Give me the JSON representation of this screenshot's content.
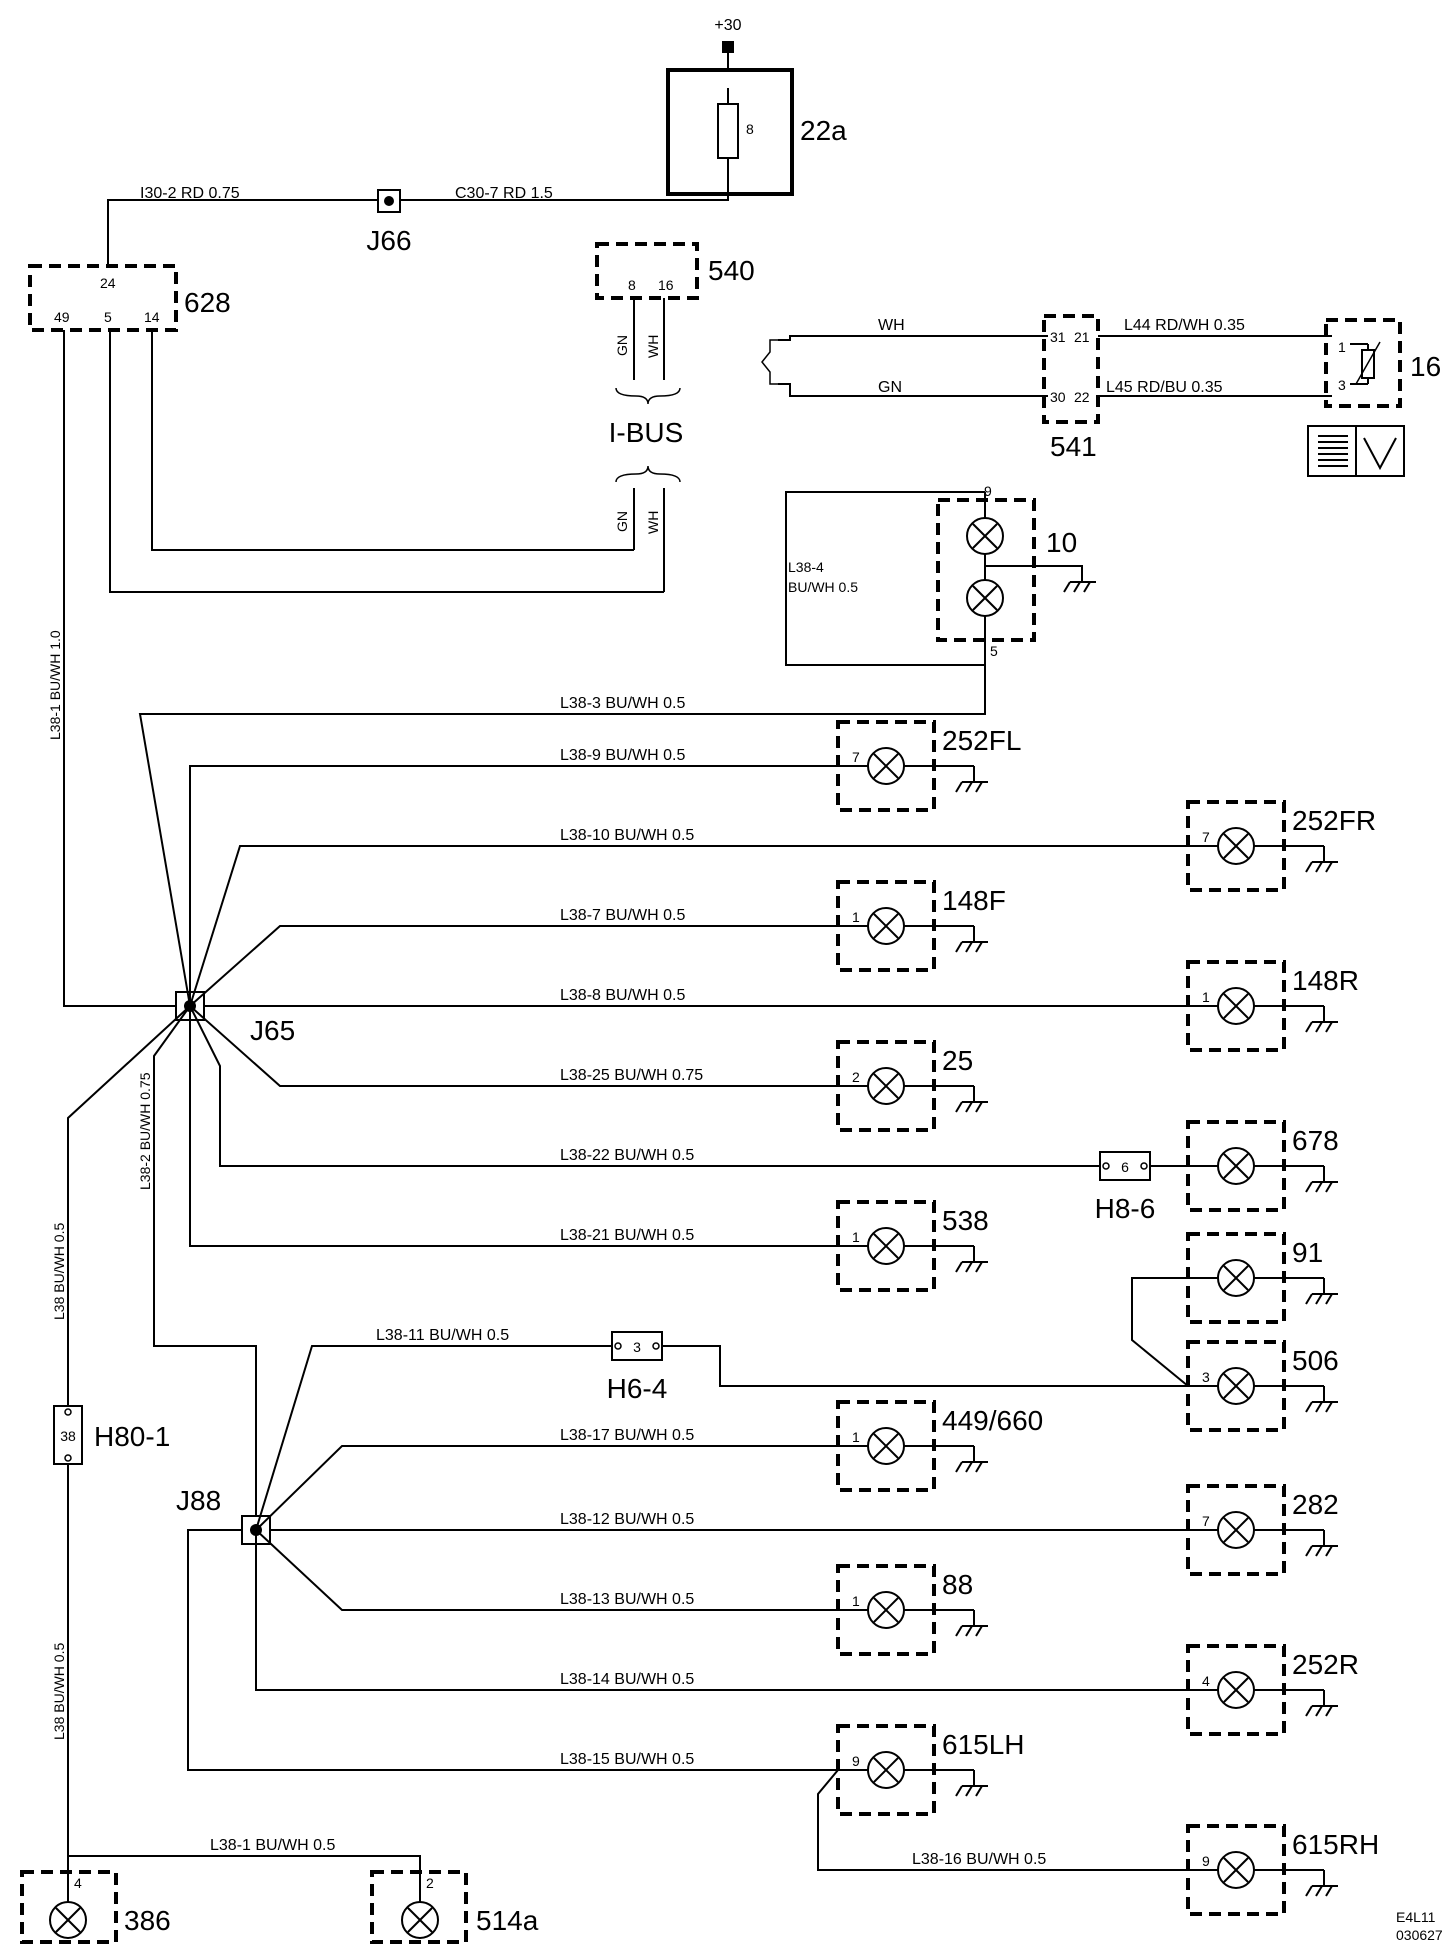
{
  "supply": "+30",
  "fuse": {
    "id": "22a",
    "pin": "8"
  },
  "splices": {
    "j66": "J66",
    "j65": "J65",
    "j88": "J88"
  },
  "wires_top": {
    "i30": "I30-2  RD  0.75",
    "c30": "C30-7  RD  1.5"
  },
  "c628": {
    "id": "628",
    "pins": [
      "24",
      "49",
      "5",
      "14"
    ]
  },
  "c540": {
    "id": "540",
    "pins": [
      "8",
      "16"
    ]
  },
  "ibus": {
    "label": "I-BUS",
    "gn": "GN",
    "wh": "WH"
  },
  "c541": {
    "id": "541",
    "pins": [
      "31",
      "21",
      "30",
      "22"
    ],
    "wh": "WH",
    "gn": "GN",
    "l44": "L44  RD/WH  0.35",
    "l45": "L45  RD/BU  0.35"
  },
  "c16": {
    "id": "16",
    "pins": [
      "1",
      "3"
    ]
  },
  "c10": {
    "id": "10",
    "pins": [
      "9",
      "5"
    ],
    "wire": [
      "L38-4",
      "BU/WH 0.5"
    ]
  },
  "trunk_left": "L38-1  BU/WH  1.0",
  "wire_j65_j88": "L38-2  BU/WH  0.75",
  "wire_h80_up": "L38  BU/WH  0.5",
  "wire_h80_down": "L38  BU/WH  0.5",
  "h80": {
    "id": "H80-1",
    "pin": "38"
  },
  "h86": {
    "id": "H8-6",
    "pin": "6"
  },
  "h64": {
    "id": "H6-4",
    "pin": "3"
  },
  "branches": [
    {
      "wire": "L38-3  BU/WH  0.5"
    },
    {
      "wire": "L38-9  BU/WH  0.5",
      "comp": "252FL",
      "pin": "7"
    },
    {
      "wire": "L38-10  BU/WH  0.5",
      "comp": "252FR",
      "pin": "7"
    },
    {
      "wire": "L38-7  BU/WH  0.5",
      "comp": "148F",
      "pin": "1"
    },
    {
      "wire": "L38-8  BU/WH  0.5",
      "comp": "148R",
      "pin": "1"
    },
    {
      "wire": "L38-25  BU/WH  0.75",
      "comp": "25",
      "pin": "2"
    },
    {
      "wire": "L38-22  BU/WH  0.5",
      "comp": "678",
      "pin": ""
    },
    {
      "wire": "L38-21  BU/WH  0.5",
      "comp": "538",
      "pin": "1"
    },
    {
      "wire": "",
      "comp": "91",
      "pin": ""
    },
    {
      "wire": "L38-11  BU/WH  0.5",
      "comp": "506",
      "pin": "3"
    },
    {
      "wire": "L38-17  BU/WH  0.5",
      "comp": "449/660",
      "pin": "1"
    },
    {
      "wire": "L38-12  BU/WH  0.5",
      "comp": "282",
      "pin": "7"
    },
    {
      "wire": "L38-13  BU/WH  0.5",
      "comp": "88",
      "pin": "1"
    },
    {
      "wire": "L38-14  BU/WH  0.5",
      "comp": "252R",
      "pin": "4"
    },
    {
      "wire": "L38-15  BU/WH  0.5",
      "comp": "615LH",
      "pin": "9"
    },
    {
      "wire": "L38-16  BU/WH  0.5",
      "comp": "615RH",
      "pin": "9"
    }
  ],
  "bottom": {
    "wire": "L38-1  BU/WH  0.5",
    "c386": "386",
    "c386_pin": "4",
    "c514": "514a",
    "c514_pin": "2"
  },
  "ref": [
    "E4L11",
    "030627"
  ]
}
